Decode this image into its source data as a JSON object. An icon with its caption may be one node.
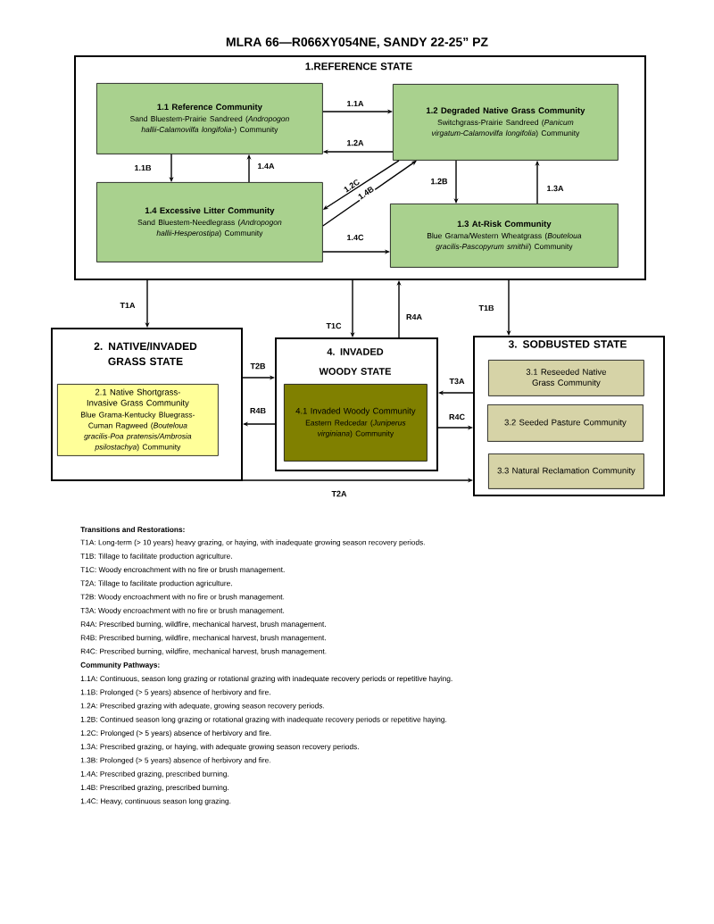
{
  "diagram": {
    "title": "MLRA 66—R066XY054NE, SANDY 22-25” PZ",
    "nodes": [
      {
        "text": [
          "1.REFERENCE STATE"
        ]
      },
      {
        "text": [
          "1.1 Reference Community",
          "Sand Bluestem-Prairie Sandreed (*Andropogon hallii-Calamovilfa longifolia-*) Community"
        ],
        "in": 0
      },
      {
        "text": [
          "1.2 Degraded Native Grass Community",
          "Switchgrass-Prairie Sandreed (*Panicum virgatum-Calamovilfa longifolia*) Community"
        ],
        "in": 0
      },
      {
        "text": [
          "1.4 Excessive Litter Community",
          "Sand Bluestem-Needlegrass (*Andropogon hallii-Hesperostipa*) Community"
        ],
        "in": 0
      },
      {
        "text": [
          "1.3 At-Risk Community",
          "Blue Grama/Western Wheatgrass (*Bouteloua gracilis-Pascopyrum smithii*) Community"
        ],
        "in": 0
      },
      {
        "text": [
          "2. NATIVE/INVADED GRASS STATE"
        ]
      },
      {
        "text": [
          "2.1 Native Shortgrass-Invasive Grass Community",
          "Blue Grama-Kentucky Bluegrass-Cuman Ragweed (*Bouteloua gracilis-Poa pratensis/Ambrosia psilostachya*) Community"
        ],
        "in": 5
      },
      {
        "text": [
          "4. INVADED WOODY STATE"
        ]
      },
      {
        "text": [
          "4.1 Invaded Woody Community",
          "Eastern Redcedar (*Juniperus virginiana*) Community"
        ],
        "in": 7
      },
      {
        "text": [
          "3. SODBUSTED STATE"
        ]
      },
      {
        "text": [
          "3.1 Reseeded Native Grass Community"
        ],
        "in": 9
      },
      {
        "text": [
          "3.2 Seeded Pasture Community"
        ],
        "in": 9
      },
      {
        "text": [
          "3.3 Natural Reclamation Community"
        ],
        "in": 9
      }
    ],
    "edges": [
      {
        "from": 1,
        "to": 2,
        "arrow": "to",
        "label": "1.1A"
      },
      {
        "from": 2,
        "to": 1,
        "arrow": "to",
        "label": "1.2A"
      },
      {
        "from": 1,
        "to": 3,
        "arrow": "to",
        "label": "1.1B"
      },
      {
        "from": 3,
        "to": 1,
        "arrow": "to",
        "label": "1.4A"
      },
      {
        "from": 2,
        "to": 3,
        "arrow": "to",
        "label": "1.2C"
      },
      {
        "from": 3,
        "to": 2,
        "arrow": "to",
        "label": "1.4B"
      },
      {
        "from": 2,
        "to": 4,
        "arrow": "to",
        "label": "1.2B"
      },
      {
        "from": 4,
        "to": 2,
        "arrow": "to",
        "label": "1.3A"
      },
      {
        "from": 3,
        "to": 4,
        "arrow": "to",
        "label": "1.4C"
      },
      {
        "from": 0,
        "to": 5,
        "arrow": "to",
        "label": "T1A"
      },
      {
        "from": 0,
        "to": 7,
        "arrow": "to",
        "label": "T1C"
      },
      {
        "from": 7,
        "to": 0,
        "arrow": "to",
        "label": "R4A"
      },
      {
        "from": 0,
        "to": 9,
        "arrow": "to",
        "label": "T1B"
      },
      {
        "from": 5,
        "to": 7,
        "arrow": "to",
        "label": "T2B"
      },
      {
        "from": 7,
        "to": 5,
        "arrow": "to",
        "label": "R4B"
      },
      {
        "from": 9,
        "to": 7,
        "arrow": "to",
        "label": "T3A"
      },
      {
        "from": 7,
        "to": 9,
        "arrow": "to",
        "label": "R4C"
      },
      {
        "from": 5,
        "to": 9,
        "arrow": "to",
        "label": "T2A"
      }
    ],
    "labels": [
      "Transitions and Restorations:",
      "T1A: Long-term (> 10 years) heavy grazing, or haying, with inadequate growing season recovery periods.",
      "T1B: Tillage to facilitate production agriculture.",
      "T1C: Woody encroachment with no fire or brush management.",
      "T2A: Tillage to facilitate production agriculture.",
      "T2B: Woody encroachment with no fire or brush management.",
      "T3A: Woody encroachment with no fire or brush management.",
      "R4A: Prescribed burning, wildfire, mechanical harvest, brush management.",
      "R4B: Prescribed burning, wildfire, mechanical harvest, brush management.",
      "R4C: Prescribed burning, wildfire, mechanical harvest, brush management.",
      "Community Pathways:",
      "1.1A: Continuous, season long grazing or rotational grazing with inadequate recovery periods or repetitive haying.",
      "1.1B: Prolonged (> 5 years) absence of herbivory and fire.",
      "1.2A: Prescribed grazing with adequate, growing season recovery periods.",
      "1.2B: Continued season long grazing or rotational grazing with inadequate recovery periods or repetitive haying.",
      "1.2C: Prolonged (> 5 years) absence of herbivory and fire.",
      "1.3A: Prescribed grazing, or haying, with adequate growing season recovery periods.",
      "1.3B: Prolonged (> 5 years) absence of herbivory and fire.",
      "1.4A: Prescribed grazing, prescribed burning.",
      "1.4B: Prescribed grazing, prescribed burning.",
      "1.4C: Heavy, continuous season long grazing."
    ]
  }
}
